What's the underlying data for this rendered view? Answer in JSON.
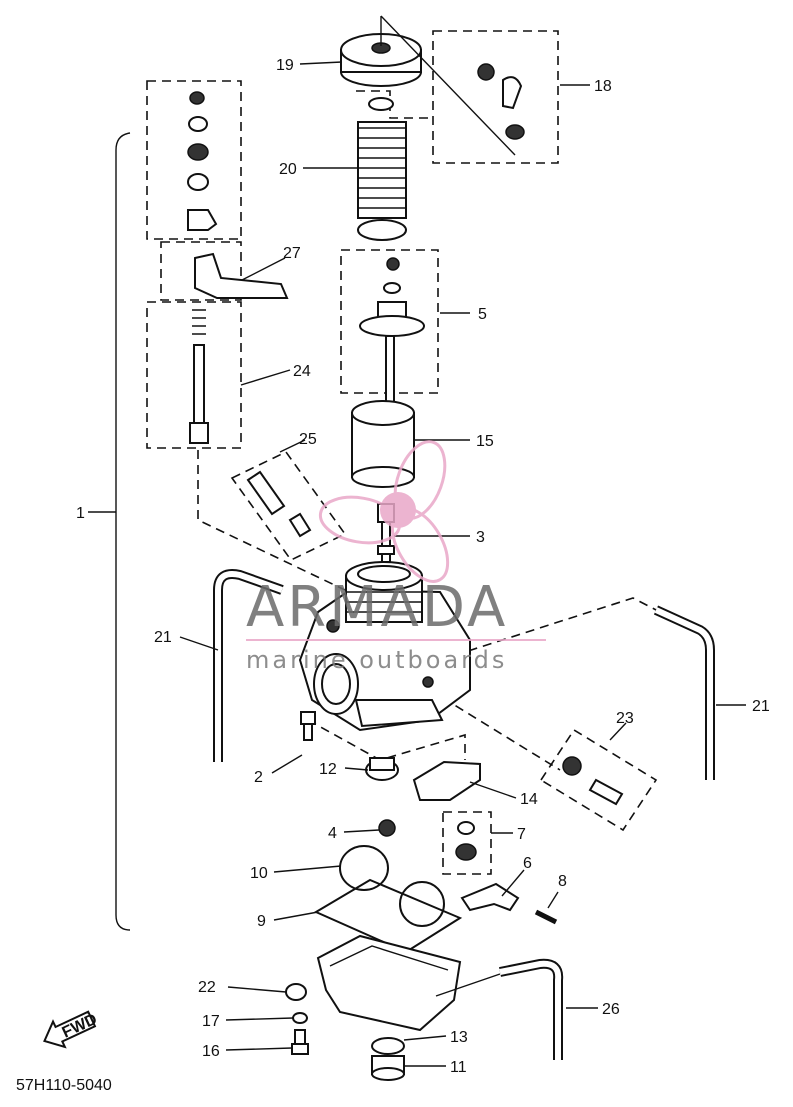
{
  "diagram": {
    "part_code": "57H110-5040",
    "fwd_label": "FWD",
    "watermark": {
      "brand": "ARMADA",
      "tagline": "marine outboards"
    },
    "callouts": [
      {
        "id": "c19",
        "text": "19"
      },
      {
        "id": "c18",
        "text": "18"
      },
      {
        "id": "c20",
        "text": "20"
      },
      {
        "id": "c27",
        "text": "27"
      },
      {
        "id": "c5",
        "text": "5"
      },
      {
        "id": "c24",
        "text": "24"
      },
      {
        "id": "c15",
        "text": "15"
      },
      {
        "id": "c25",
        "text": "25"
      },
      {
        "id": "c3",
        "text": "3"
      },
      {
        "id": "c1",
        "text": "1"
      },
      {
        "id": "c21a",
        "text": "21"
      },
      {
        "id": "c21b",
        "text": "21"
      },
      {
        "id": "c23",
        "text": "23"
      },
      {
        "id": "c2",
        "text": "2"
      },
      {
        "id": "c12",
        "text": "12"
      },
      {
        "id": "c14",
        "text": "14"
      },
      {
        "id": "c4",
        "text": "4"
      },
      {
        "id": "c7",
        "text": "7"
      },
      {
        "id": "c10",
        "text": "10"
      },
      {
        "id": "c6",
        "text": "6"
      },
      {
        "id": "c8",
        "text": "8"
      },
      {
        "id": "c9",
        "text": "9"
      },
      {
        "id": "c22",
        "text": "22"
      },
      {
        "id": "c26",
        "text": "26"
      },
      {
        "id": "c17",
        "text": "17"
      },
      {
        "id": "c13",
        "text": "13"
      },
      {
        "id": "c16",
        "text": "16"
      },
      {
        "id": "c11",
        "text": "11"
      }
    ]
  }
}
